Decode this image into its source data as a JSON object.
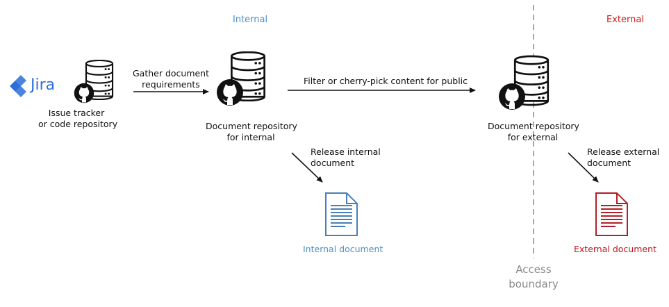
{
  "sections": {
    "internal": "Internal",
    "external": "External"
  },
  "jira": {
    "text": "Jira",
    "color": "#2c6fd9"
  },
  "source": {
    "line1": "Issue tracker",
    "line2": "or code repository"
  },
  "edge_gather": {
    "line1": "Gather document",
    "line2": "requirements"
  },
  "repo_internal": {
    "line1": "Document repository",
    "line2": "for internal"
  },
  "edge_filter": {
    "label": "Filter or cherry-pick content for public"
  },
  "repo_external": {
    "line1": "Document repository",
    "line2": "for external"
  },
  "edge_release_internal": {
    "line1": "Release internal",
    "line2": "document"
  },
  "edge_release_external": {
    "line1": "Release external",
    "line2": "document"
  },
  "doc_internal": {
    "label": "Internal document",
    "color": "#4a90c8"
  },
  "doc_external": {
    "label": "External document",
    "color": "#c0161f"
  },
  "boundary": {
    "line1": "Access",
    "line2": "boundary",
    "color": "#9a9a9a"
  },
  "icons": [
    "jira-icon",
    "database-icon",
    "github-icon",
    "document-icon",
    "arrow-icon"
  ]
}
